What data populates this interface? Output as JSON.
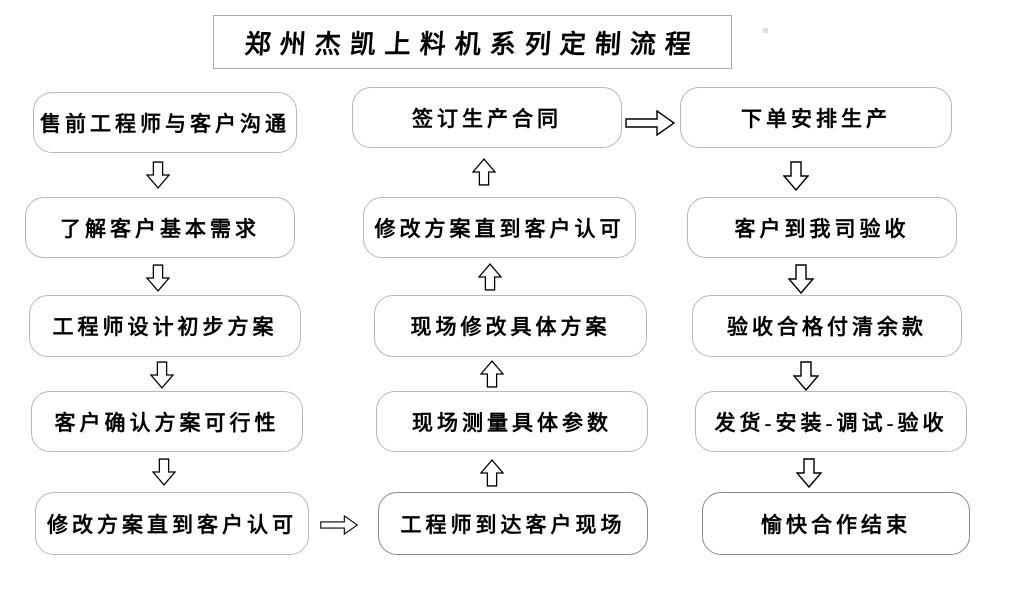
{
  "title": "郑州杰凯上料机系列定制流程",
  "flow": {
    "left_column": {
      "flow_direction": "down",
      "steps": [
        "售前工程师与客户沟通",
        "了解客户基本需求",
        "工程师设计初步方案",
        "客户确认方案可行性",
        "修改方案直到客户认可"
      ]
    },
    "middle_column": {
      "flow_direction": "up",
      "steps": [
        "签订生产合同",
        "修改方案直到客户认可",
        "现场修改具体方案",
        "现场测量具体参数",
        "工程师到达客户现场"
      ]
    },
    "right_column": {
      "flow_direction": "down",
      "steps": [
        "下单安排生产",
        "客户到我司验收",
        "验收合格付清余款",
        "发货-安装-调试-验收",
        "愉快合作结束"
      ]
    }
  },
  "icons": {
    "down_arrow": "hollow-block-arrow-down",
    "up_arrow": "hollow-block-arrow-up",
    "right_arrow": "hollow-block-arrow-right"
  },
  "colors": {
    "background": "#ffffff",
    "box_fill": "#ffffff",
    "box_border": "#b8b8b8",
    "box_border_dark": "#8a8a8a",
    "text": "#000000",
    "arrow_outline": "#000000"
  }
}
